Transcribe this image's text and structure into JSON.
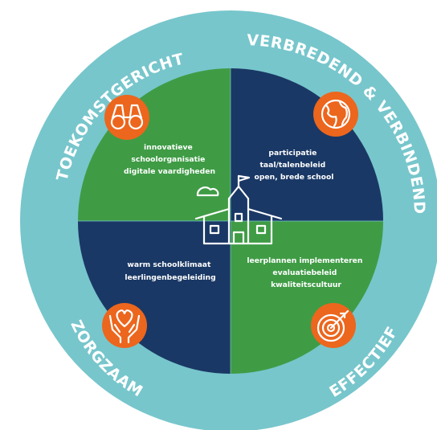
{
  "colors": {
    "ring": "#77c6cc",
    "green": "#3f9c45",
    "navy": "#1a3865",
    "orange": "#ec661d",
    "white": "#ffffff"
  },
  "ring_labels": {
    "top_left": "TOEKOMSTGERICHT",
    "top_right": "VERBREDEND & VERBINDEND",
    "bottom_left": "ZORGZAAM",
    "bottom_right": "EFFECTIEF"
  },
  "quadrants": {
    "top_left": {
      "lines": [
        "innovatieve",
        "schoolorganisatie",
        "digitale vaardigheden"
      ],
      "icon": "binoculars-icon"
    },
    "top_right": {
      "lines": [
        "participatie",
        "taal/talenbeleid",
        "open, brede school"
      ],
      "icon": "globe-icon"
    },
    "bottom_left": {
      "lines": [
        "warm schoolklimaat",
        "leerlingenbegeleiding"
      ],
      "icon": "heart-in-hands-icon"
    },
    "bottom_right": {
      "lines": [
        "leerplannen implementeren",
        "evaluatiebeleid",
        "kwaliteitscultuur"
      ],
      "icon": "target-arrow-icon"
    }
  },
  "center_icon": "school-building-icon"
}
